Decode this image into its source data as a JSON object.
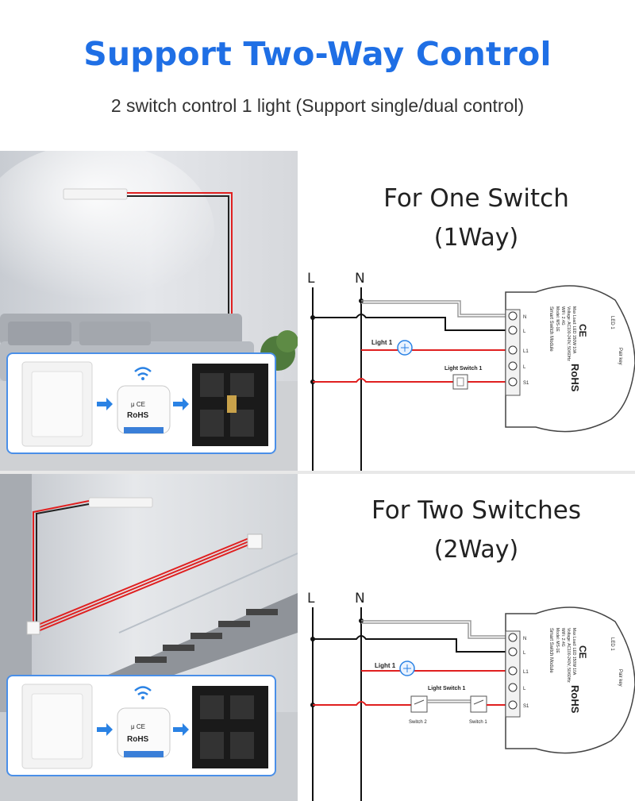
{
  "header": {
    "title": "Support Two-Way Control",
    "subtitle": "2 switch control 1 light (Support single/dual control)"
  },
  "colors": {
    "title_blue": "#1f6fe5",
    "wire_red": "#e02020",
    "wire_black": "#111111",
    "wire_grey": "#9a9a9a",
    "arrow_blue": "#2a82e4"
  },
  "one_switch": {
    "heading_line1": "For One Switch",
    "heading_line2": "(1Way)",
    "label_L": "L",
    "label_N": "N",
    "light_label": "Light 1",
    "switch_label": "Light Switch 1"
  },
  "two_switches": {
    "heading_line1": "For Two Switches",
    "heading_line2": "(2Way)",
    "label_L": "L",
    "label_N": "N",
    "light_label": "Light 1",
    "switch_group_label": "Light Switch 1",
    "switch2_label": "Switch 2",
    "switch1_label": "Switch 1"
  },
  "module": {
    "name": "Smart Switch Module",
    "model": "Model: MS-1E",
    "wifi": "WiFi: 2.4G",
    "voltage": "Voltage: AC100-240V, 50/60Hz",
    "max_load": "Max Load: LED 150W 10A",
    "led_label": "LED 1",
    "pair_label": "Pair key",
    "rohs": "RoHS",
    "ce": "CE",
    "terminals": [
      "N",
      "L",
      "L1",
      "L",
      "S1"
    ]
  },
  "callout": {
    "module_rohs": "RoHS",
    "module_ce": "μ CE"
  }
}
